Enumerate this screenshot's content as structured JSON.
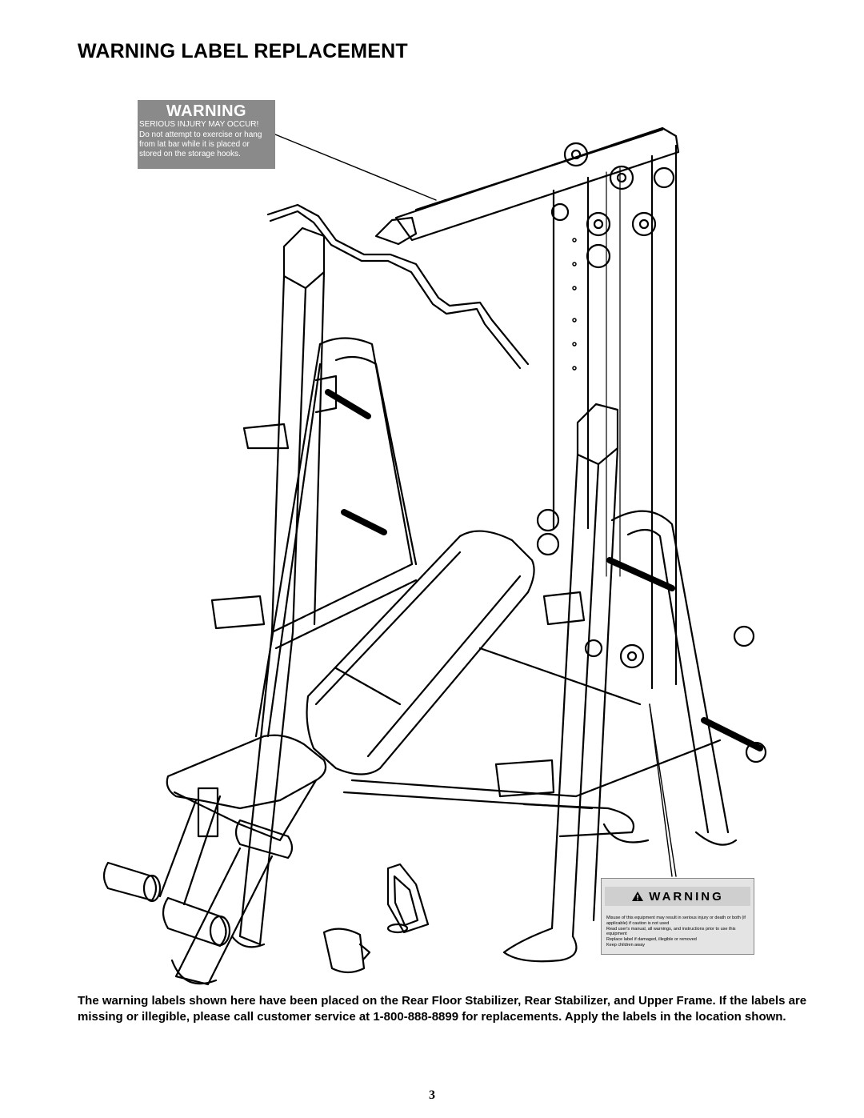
{
  "page_title": "WARNING LABEL REPLACEMENT",
  "warning_label_top": {
    "heading": "WARNING",
    "subheading": "SERIOUS INJURY MAY OCCUR!",
    "body": "Do not attempt to exercise or hang from lat bar while it is placed or stored on the storage hooks."
  },
  "warning_label_bottom": {
    "heading": "WARNING",
    "lines": [
      "Misuse of this equipment may result in serious injury or death or both (if applicable) if caution is not used",
      "Read user's manual, all warnings, and instructions prior to use this equipment",
      "Replace label if damaged, illegible or removed",
      "Keep children away"
    ]
  },
  "caption": "The warning labels shown here have been placed on the Rear Floor Stabilizer, Rear Stabilizer, and Upper Frame. If the labels are missing or illegible, please call customer service at 1-800-888-8899 for replacements. Apply the labels in the location shown.",
  "page_number": "3",
  "icons": [
    "warning-triangle-icon"
  ]
}
